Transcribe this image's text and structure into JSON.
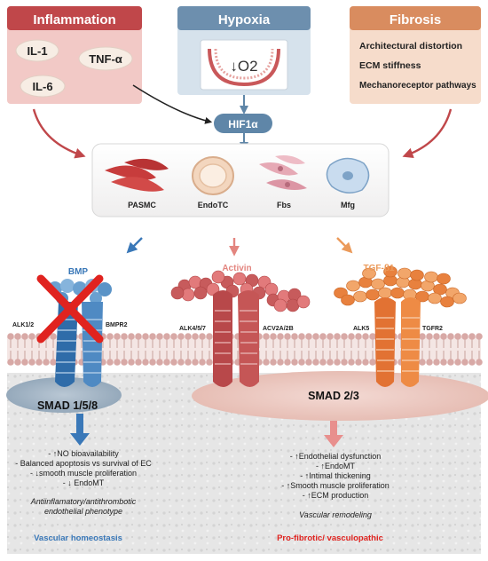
{
  "header": {
    "inflammation": "Inflammation",
    "hypoxia": "Hypoxia",
    "fibrosis": "Fibrosis"
  },
  "cytokines": [
    "IL-1",
    "TNF-α",
    "IL-6"
  ],
  "oxygen_label": "↓O2",
  "fibrosis_items": [
    "Architectural distortion",
    "ECM stiffness",
    "Mechanoreceptor pathways"
  ],
  "hif_label": "HIF1α",
  "cells": [
    "PASMC",
    "EndoTC",
    "Fbs",
    "Mfg"
  ],
  "ligands": {
    "bmp": "BMP",
    "activin": "Activin",
    "tgf": "TGF-β1"
  },
  "receptors": {
    "alk12": "ALK1/2",
    "bmpr2": "BMPR2",
    "alk457": "ALK4/5/7",
    "acv2a2b": "ACV2A/2B",
    "alk5": "ALK5",
    "tgfr2": "TGFR2"
  },
  "smads": {
    "left": "SMAD 1/5/8",
    "right": "SMAD 2/3"
  },
  "left_effects": [
    "- ↑NO bioavailability",
    "- Balanced apoptosis vs survival of EC",
    "- ↓smooth muscle proliferation",
    "- ↓ EndoMT"
  ],
  "left_phenotype": [
    "Antiinflamatory/antithrombotic",
    "endothelial phenotype"
  ],
  "left_outcome": "Vascular homeostasis",
  "right_effects": [
    "- ↑Endothelial dysfunction",
    "- ↑EndoMT",
    "- ↑Intimal thickening",
    "- ↑Smooth muscle proliferation",
    "- ↑ECM production"
  ],
  "right_phenotype": "Vascular remodeling",
  "right_outcome": "Pro-fibrotic/ vasculopathic",
  "colors": {
    "inflammation_header": "#c0474a",
    "inflammation_box": "#f2c9c6",
    "hypoxia_header": "#6d8fae",
    "hypoxia_box": "#d6e2ec",
    "fibrosis_header": "#d98c5f",
    "fibrosis_box": "#f6dccb",
    "bmp_blue": "#3a78b8",
    "activin_red": "#c9585a",
    "tgf_orange": "#e07a35",
    "membrane": "#d8a9a6"
  }
}
